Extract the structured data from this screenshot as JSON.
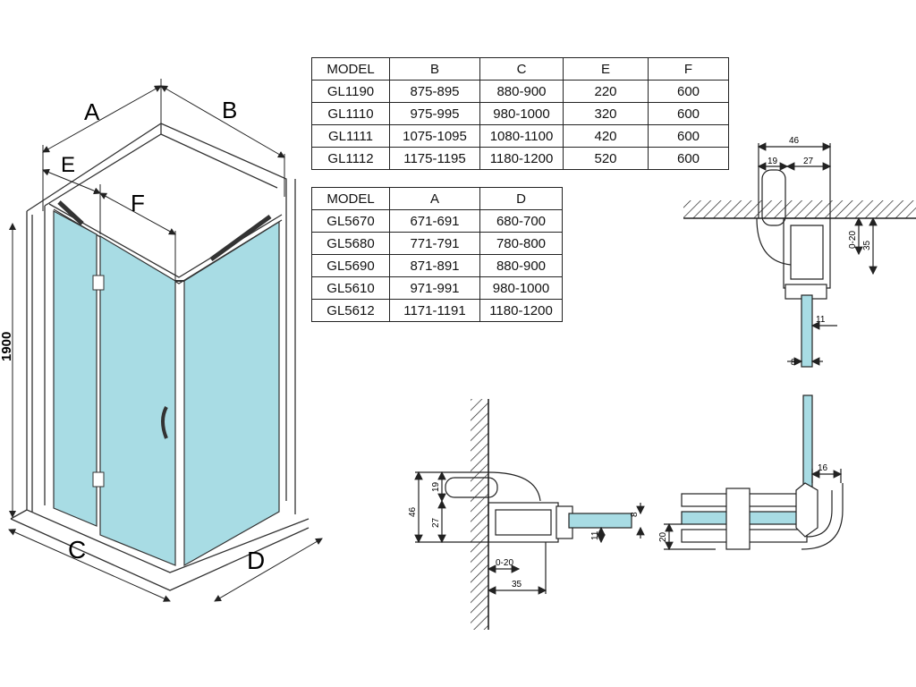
{
  "table1": {
    "headers": [
      "MODEL",
      "B",
      "C",
      "E",
      "F"
    ],
    "rows": [
      [
        "GL1190",
        "875-895",
        "880-900",
        "220",
        "600"
      ],
      [
        "GL1110",
        "975-995",
        "980-1000",
        "320",
        "600"
      ],
      [
        "GL1111",
        "1075-1095",
        "1080-1100",
        "420",
        "600"
      ],
      [
        "GL1112",
        "1175-1195",
        "1180-1200",
        "520",
        "600"
      ]
    ]
  },
  "table2": {
    "headers": [
      "MODEL",
      "A",
      "D"
    ],
    "rows": [
      [
        "GL5670",
        "671-691",
        "680-700"
      ],
      [
        "GL5680",
        "771-791",
        "780-800"
      ],
      [
        "GL5690",
        "871-891",
        "880-900"
      ],
      [
        "GL5610",
        "971-991",
        "980-1000"
      ],
      [
        "GL5612",
        "1171-1191",
        "1180-1200"
      ]
    ]
  },
  "enclosure_labels": {
    "a": "A",
    "b": "B",
    "c": "C",
    "d": "D",
    "e": "E",
    "f": "F",
    "height": "1900"
  },
  "detail_top_right": {
    "w46": "46",
    "w19": "19",
    "w27": "27",
    "adj": "0-20",
    "h35": "35",
    "h11": "11",
    "glass8": "8"
  },
  "detail_bottom_left": {
    "h46": "46",
    "h19": "19",
    "h27": "27",
    "adj": "0-20",
    "w35": "35",
    "glass8": "8",
    "h11": "11"
  },
  "detail_bottom_right": {
    "w16": "16",
    "h20": "20"
  },
  "colors": {
    "glass": "#a8dce4",
    "line": "#222222"
  }
}
